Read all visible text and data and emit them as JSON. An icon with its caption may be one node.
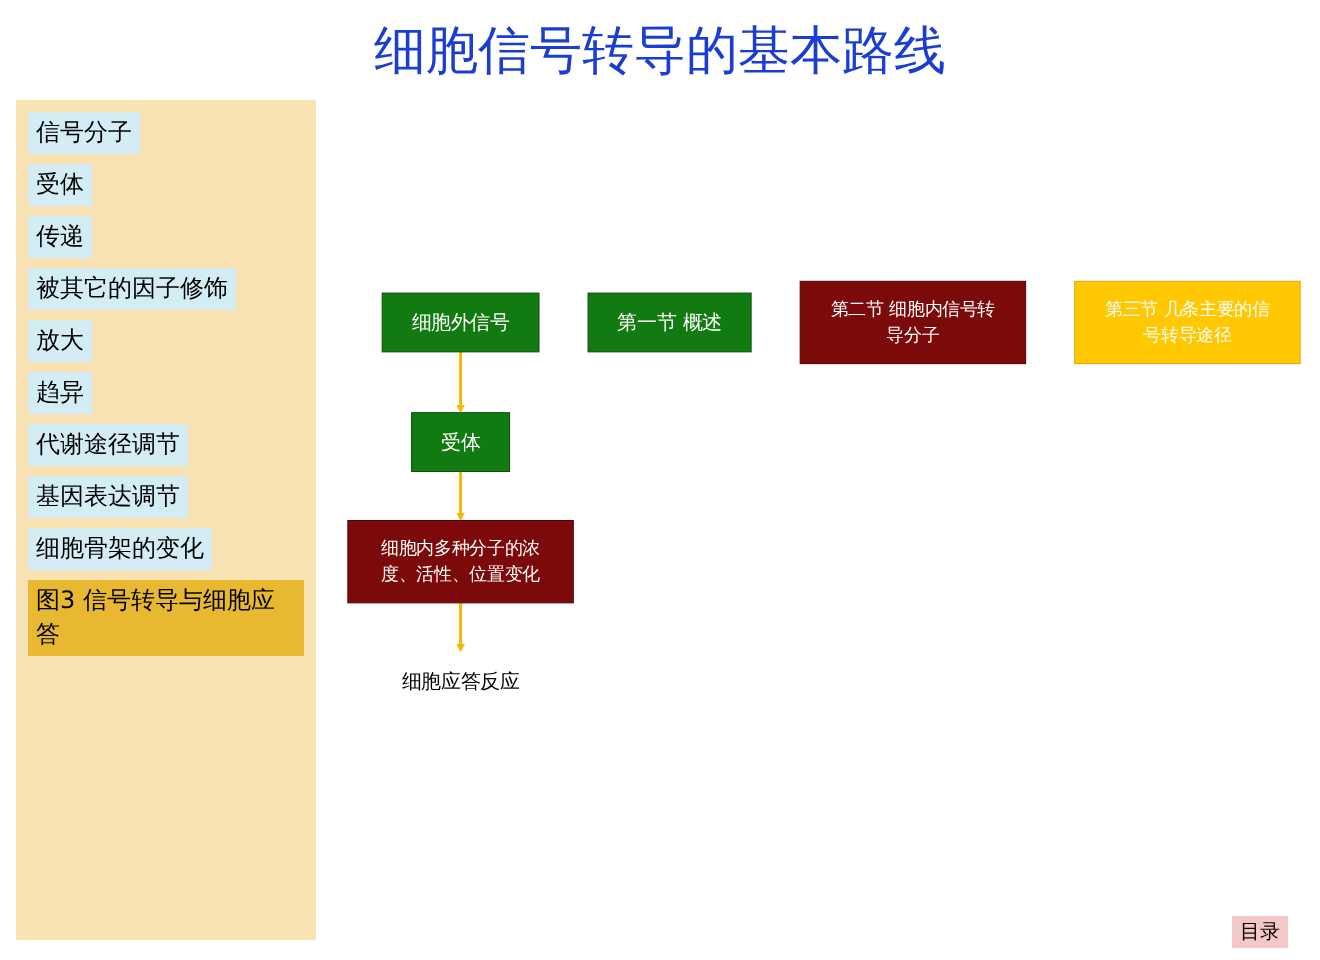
{
  "diagram": {
    "title": "细胞信号转导的基本路线",
    "nodes": [
      {
        "text": [
          "细胞外信号"
        ]
      },
      {
        "text": [
          "第一节 概述"
        ]
      },
      {
        "text": [
          "受体"
        ]
      },
      {
        "text": [
          "第二节 细胞内信号转导分子"
        ]
      },
      {
        "text": [
          "细胞内多种分子的浓度、活性、位置变化"
        ]
      },
      {
        "text": [
          "第三节 几条主要的信号转导途径"
        ]
      },
      {
        "text": [
          "细胞应答反应"
        ]
      }
    ],
    "edges": [
      {
        "from": 0,
        "to": 2,
        "arrow": "to"
      },
      {
        "from": 2,
        "to": 4,
        "arrow": "to"
      },
      {
        "from": 4,
        "to": 6,
        "arrow": "to"
      }
    ],
    "labels": [
      "信号分子",
      "受体",
      "传递",
      "被其它的因子修饰",
      "放大",
      "趋异",
      "代谢途径调节",
      "基因表达调节",
      "细胞骨架的变化",
      "图3 信号转导与细胞应答",
      "目录"
    ]
  }
}
